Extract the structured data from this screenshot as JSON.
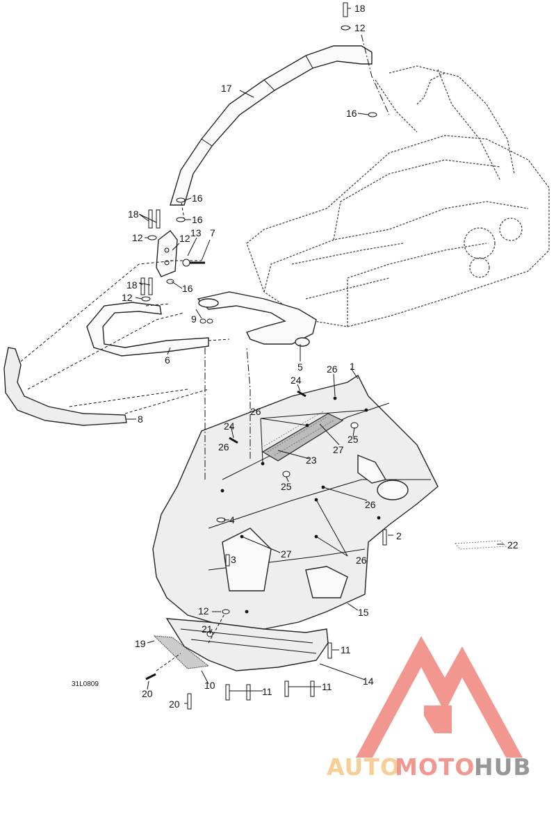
{
  "drawing_code": "31L0809",
  "watermark": {
    "text_part1": "AUTO",
    "text_part2": "MOTO",
    "text_part3": "HUB",
    "color_light": "#F7C98A",
    "color_red": "#F08C84",
    "color_dark": "#8C8C8C"
  },
  "callouts": {
    "c1": "1",
    "c2": "2",
    "c3": "3",
    "c4": "4",
    "c5": "5",
    "c6": "6",
    "c7": "7",
    "c8": "8",
    "c9": "9",
    "c10": "10",
    "c11a": "11",
    "c11b": "11",
    "c11c": "11",
    "c12a": "12",
    "c12b": "12",
    "c12c": "12",
    "c12d": "12",
    "c12e": "12",
    "c13": "13",
    "c14": "14",
    "c15": "15",
    "c16a": "16",
    "c16b": "16",
    "c16c": "16",
    "c16d": "16",
    "c17": "17",
    "c18a": "18",
    "c18b": "18",
    "c18c": "18",
    "c19": "19",
    "c20a": "20",
    "c20b": "20",
    "c21": "21",
    "c22": "22",
    "c23": "23",
    "c24a": "24",
    "c24b": "24",
    "c25a": "25",
    "c25b": "25",
    "c26a": "26",
    "c26b": "26",
    "c26c": "26",
    "c26d": "26",
    "c26e": "26",
    "c27a": "27",
    "c27b": "27"
  }
}
